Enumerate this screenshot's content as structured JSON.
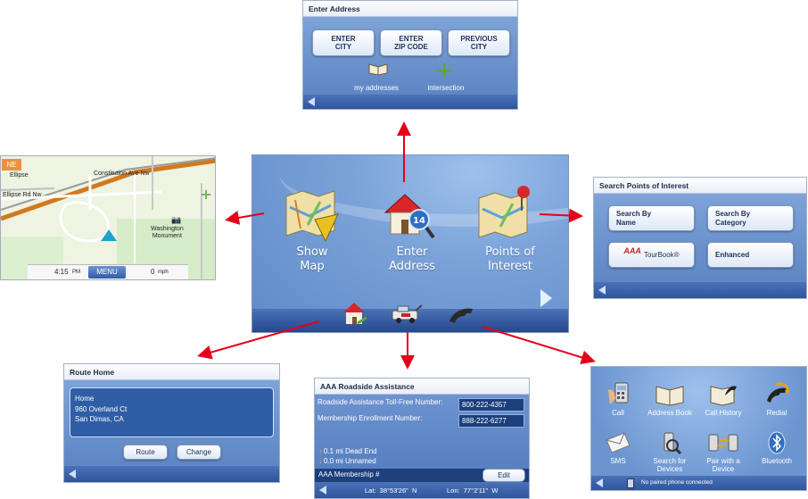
{
  "enter_address": {
    "title": "Enter Address",
    "buttons": [
      "ENTER\nCITY",
      "ENTER\nZIP CODE",
      "PREVIOUS\nCITY"
    ],
    "my_addresses": "my addresses",
    "intersection": "intersection"
  },
  "main_menu": {
    "show_map": "Show\nMap",
    "enter_address": "Enter\nAddress",
    "poi": "Points of\nInterest"
  },
  "map": {
    "compass": "NE",
    "streets": [
      "Ellipse",
      "Constitution Ave Nw",
      "Ellipse Rd Nw",
      "Washington\nMonument"
    ],
    "time": "4:15",
    "time_suffix": "PM",
    "menu": "MENU",
    "speed": "0",
    "speed_unit": "mph"
  },
  "poi_panel": {
    "title": "Search Points of Interest",
    "buttons": [
      "Search By\nName",
      "Search By\nCategory",
      "TourBook®",
      "Enhanced"
    ]
  },
  "route_home": {
    "title": "Route Home",
    "address_lines": [
      "Home",
      "960 Overland Ct",
      "San Dimas, CA"
    ],
    "route": "Route",
    "change": "Change"
  },
  "aaa": {
    "title": "AAA Roadside Assistance",
    "rows": [
      {
        "label": "Roadside Assistance Toll-Free Number:",
        "value": "800-222-4357"
      },
      {
        "label": "Membership Enrollment Number:",
        "value": "888-222-6277"
      }
    ],
    "status1": "0.1 mi Dead End",
    "status2": "0.0 mi Unnamed",
    "membership": "AAA Membership #",
    "edit": "Edit",
    "lat": "Lat:  38°53'26\"  N",
    "lon": "Lon:  77°2'11\"  W"
  },
  "phone": {
    "items": [
      "Call",
      "Address Book",
      "Call History",
      "Redial",
      "SMS",
      "Search for\nDevices",
      "Pair with a\nDevice",
      "Bluetooth"
    ],
    "status": "No paired phone connected"
  },
  "colors": {
    "arrow": "#e4001b",
    "panel_blue": "#6b93cf"
  }
}
